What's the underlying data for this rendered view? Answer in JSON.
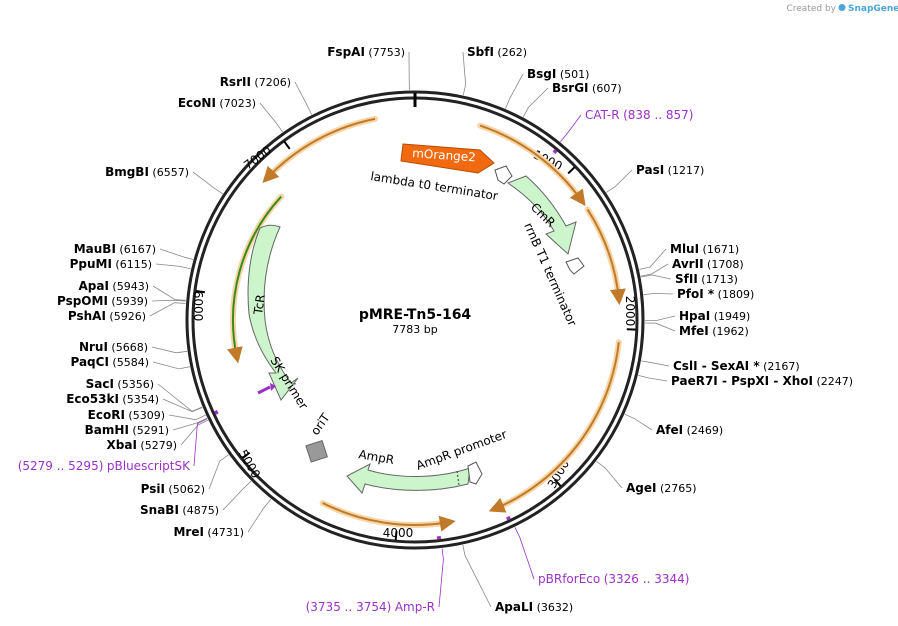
{
  "credit": {
    "prefix": "Created by",
    "brand": "SnapGene"
  },
  "plasmid": {
    "name": "pMRE-Tn5-164",
    "size": "7783 bp",
    "length": 7783
  },
  "ticks": [
    {
      "pos": 1000,
      "label": "1000"
    },
    {
      "pos": 2000,
      "label": "2000"
    },
    {
      "pos": 3000,
      "label": "3000"
    },
    {
      "pos": 4000,
      "label": "4000"
    },
    {
      "pos": 5000,
      "label": "5000"
    },
    {
      "pos": 6000,
      "label": "6000"
    },
    {
      "pos": 7000,
      "label": "7000"
    }
  ],
  "sites": [
    {
      "id": "fspai",
      "pos": 7753,
      "parts": [
        {
          "pos": "(7753)",
          "name": "FspAI"
        }
      ]
    },
    {
      "id": "sbfi",
      "pos": 262,
      "parts": [
        {
          "name": "SbfI",
          "pos": "(262)"
        }
      ]
    },
    {
      "id": "bsgi",
      "pos": 501,
      "parts": [
        {
          "name": "BsgI",
          "pos": "(501)"
        }
      ]
    },
    {
      "id": "bsrgi",
      "pos": 607,
      "parts": [
        {
          "name": "BsrGI",
          "pos": "(607)"
        }
      ]
    },
    {
      "id": "pasi",
      "pos": 1217,
      "parts": [
        {
          "name": "PasI",
          "pos": "(1217)"
        }
      ]
    },
    {
      "id": "mlui",
      "pos": 1671,
      "parts": [
        {
          "name": "MluI",
          "pos": "(1671)"
        }
      ]
    },
    {
      "id": "avrii",
      "pos": 1708,
      "parts": [
        {
          "name": "AvrII",
          "pos": "(1708)"
        }
      ]
    },
    {
      "id": "sfii",
      "pos": 1713,
      "parts": [
        {
          "name": "SfII",
          "pos": "(1713)"
        }
      ]
    },
    {
      "id": "pfoi",
      "pos": 1809,
      "parts": [
        {
          "name": "PfoI *",
          "pos": "(1809)"
        }
      ]
    },
    {
      "id": "hpai",
      "pos": 1949,
      "parts": [
        {
          "name": "HpaI",
          "pos": "(1949)"
        }
      ]
    },
    {
      "id": "mfei",
      "pos": 1962,
      "parts": [
        {
          "name": "MfeI",
          "pos": "(1962)"
        }
      ]
    },
    {
      "id": "csli",
      "pos": 2167,
      "parts": [
        {
          "name": "CslI"
        },
        {
          "name": "SexAI *"
        },
        {
          "pos": "(2167)"
        }
      ]
    },
    {
      "id": "paer7i",
      "pos": 2247,
      "parts": [
        {
          "name": "PaeR7I"
        },
        {
          "name": "PspXI"
        },
        {
          "name": "XhoI"
        },
        {
          "pos": "(2247)"
        }
      ]
    },
    {
      "id": "afei",
      "pos": 2469,
      "parts": [
        {
          "name": "AfeI",
          "pos": "(2469)"
        }
      ]
    },
    {
      "id": "agei",
      "pos": 2765,
      "parts": [
        {
          "name": "AgeI",
          "pos": "(2765)"
        }
      ]
    },
    {
      "id": "apali",
      "pos": 3632,
      "parts": [
        {
          "name": "ApaLI",
          "pos": "(3632)"
        }
      ]
    },
    {
      "id": "mrei",
      "pos": 4731,
      "parts": [
        {
          "pos": "(4731)",
          "name": "MreI"
        }
      ]
    },
    {
      "id": "snabi",
      "pos": 4875,
      "parts": [
        {
          "pos": "(4875)",
          "name": "SnaBI"
        }
      ]
    },
    {
      "id": "psii",
      "pos": 5062,
      "parts": [
        {
          "pos": "(5062)",
          "name": "PsiI"
        }
      ]
    },
    {
      "id": "xbai",
      "pos": 5279,
      "parts": [
        {
          "pos": "(5279)",
          "name": "XbaI"
        }
      ]
    },
    {
      "id": "bamhi",
      "pos": 5291,
      "parts": [
        {
          "pos": "(5291)",
          "name": "BamHI"
        }
      ]
    },
    {
      "id": "ecori",
      "pos": 5309,
      "parts": [
        {
          "pos": "(5309)",
          "name": "EcoRI"
        }
      ]
    },
    {
      "id": "eco53ki",
      "pos": 5354,
      "parts": [
        {
          "pos": "(5354)",
          "name": "Eco53kI"
        }
      ]
    },
    {
      "id": "saci",
      "pos": 5356,
      "parts": [
        {
          "pos": "(5356)",
          "name": "SacI"
        }
      ]
    },
    {
      "id": "paqci",
      "pos": 5584,
      "parts": [
        {
          "pos": "(5584)",
          "name": "PaqCI"
        }
      ]
    },
    {
      "id": "nrui",
      "pos": 5668,
      "parts": [
        {
          "pos": "(5668)",
          "name": "NruI"
        }
      ]
    },
    {
      "id": "pshai",
      "pos": 5926,
      "parts": [
        {
          "pos": "(5926)",
          "name": "PshAI"
        }
      ]
    },
    {
      "id": "pspomi",
      "pos": 5939,
      "parts": [
        {
          "pos": "(5939)",
          "name": "PspOMI"
        }
      ]
    },
    {
      "id": "apai",
      "pos": 5943,
      "parts": [
        {
          "pos": "(5943)",
          "name": "ApaI"
        }
      ]
    },
    {
      "id": "ppumi",
      "pos": 6115,
      "parts": [
        {
          "pos": "(6115)",
          "name": "PpuMI"
        }
      ]
    },
    {
      "id": "maubi",
      "pos": 6167,
      "parts": [
        {
          "pos": "(6167)",
          "name": "MauBI"
        }
      ]
    },
    {
      "id": "bmgbi",
      "pos": 6557,
      "parts": [
        {
          "pos": "(6557)",
          "name": "BmgBI"
        }
      ]
    },
    {
      "id": "econi",
      "pos": 7023,
      "parts": [
        {
          "pos": "(7023)",
          "name": "EcoNI"
        }
      ]
    },
    {
      "id": "rsrii",
      "pos": 7206,
      "parts": [
        {
          "pos": "(7206)",
          "name": "RsrII"
        }
      ]
    }
  ],
  "primers": [
    {
      "id": "cat-r",
      "pos": 848,
      "parts": [
        {
          "name": "CAT-R"
        },
        {
          "pos": "(838 .. 857)"
        }
      ]
    },
    {
      "id": "pbrforeco",
      "pos": 3335,
      "parts": [
        {
          "name": "pBRforEco"
        },
        {
          "pos": "(3326 .. 3344)"
        }
      ]
    },
    {
      "id": "amp-r",
      "pos": 3745,
      "parts": [
        {
          "pos": "(3735 .. 3754)"
        },
        {
          "name": "Amp-R"
        }
      ]
    },
    {
      "id": "pbluescriptsk",
      "pos": 5287,
      "parts": [
        {
          "pos": "(5279 .. 5295)"
        },
        {
          "name": "pBluescriptSK"
        }
      ]
    }
  ],
  "features": [
    {
      "id": "morange2",
      "label": "mOrange2",
      "color": "#f26a10"
    },
    {
      "id": "lambda-t0-terminator",
      "label": "lambda t0 terminator",
      "color": "#ffffff"
    },
    {
      "id": "cmr",
      "label": "CmR",
      "color": "#ccf5cc"
    },
    {
      "id": "rrnb-t1-terminator",
      "label": "rrnB T1 terminator",
      "color": "#ffffff"
    },
    {
      "id": "tcr",
      "label": "TcR",
      "color": "#ccf5cc"
    },
    {
      "id": "sk-primer",
      "label": "SK primer",
      "color": "#9b30c9"
    },
    {
      "id": "orit",
      "label": "oriT",
      "color": "#999999"
    },
    {
      "id": "ampr",
      "label": "AmpR",
      "color": "#ccf5cc"
    },
    {
      "id": "ampr-promoter",
      "label": "AmpR promoter",
      "color": "#ffffff"
    }
  ],
  "colors": {
    "backbone": "#222222",
    "orf": "#c07a2a",
    "orf_glow": "#f6d6a6",
    "primer": "#9b30c9"
  }
}
